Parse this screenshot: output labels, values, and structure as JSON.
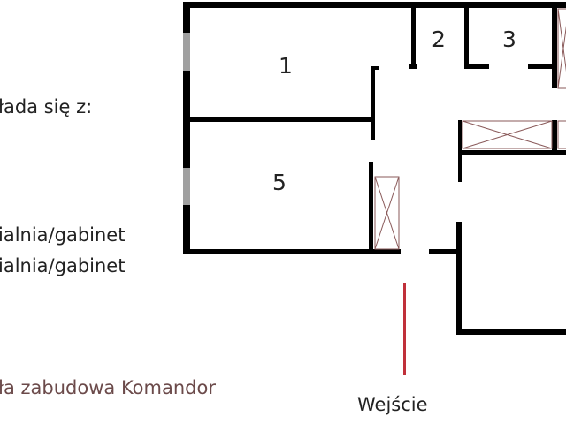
{
  "rooms": [
    {
      "label": "1"
    },
    {
      "label": "2"
    },
    {
      "label": "3"
    },
    {
      "label": "5"
    }
  ],
  "legend": {
    "intro": "łada się z:",
    "line1": "ialnia/gabinet",
    "line2": "ialnia/gabinet",
    "note": "ła zabudowa Komandor"
  },
  "entrance": {
    "label": "Wejście"
  },
  "colors": {
    "wall": "#000000",
    "window": "#a0a0a0",
    "closet_cross": "#8a5a5a",
    "entrance_marker": "#c0303a",
    "note_text": "#6b4a4a"
  }
}
